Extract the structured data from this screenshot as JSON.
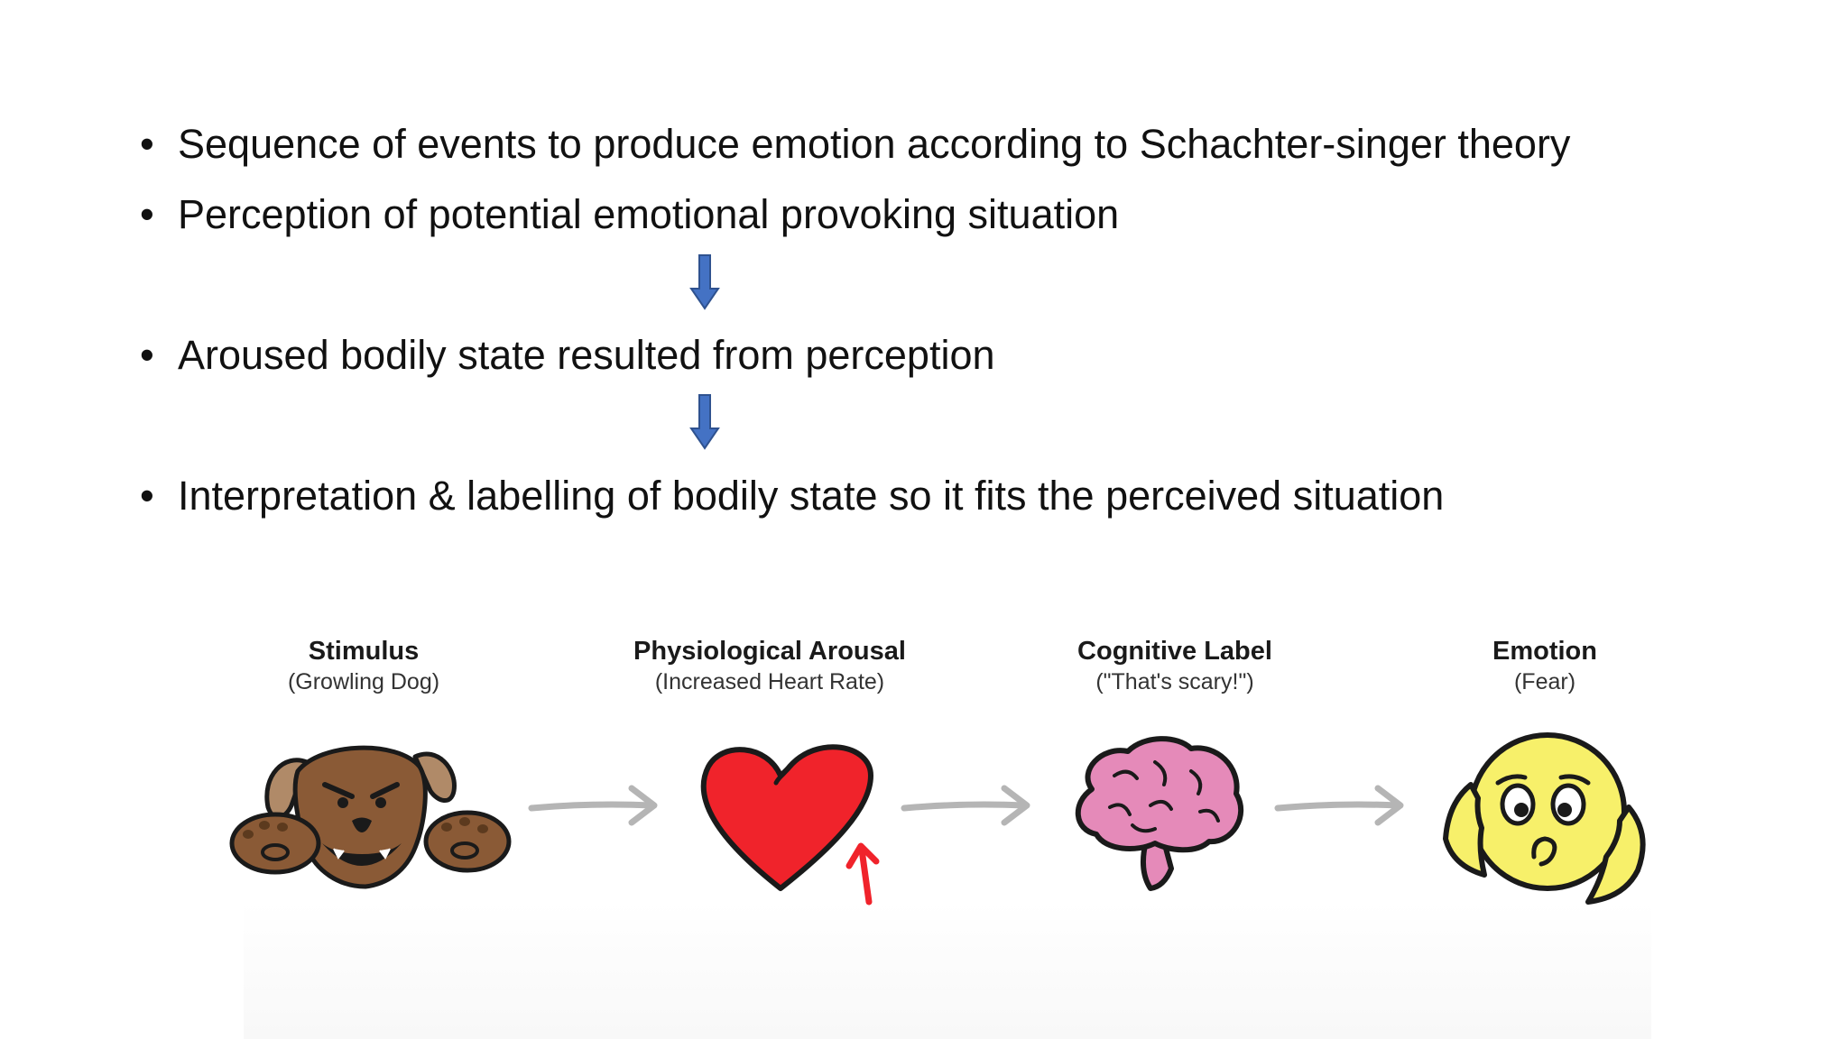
{
  "bullets": [
    "Sequence of events to produce emotion according to Schachter-singer theory",
    "Perception of potential emotional provoking situation",
    "Aroused bodily state resulted from perception",
    "Interpretation & labelling of bodily state so it fits the perceived situation"
  ],
  "bullet_marker": "•",
  "flow": [
    {
      "title": "Stimulus",
      "subtitle": "(Growling Dog)",
      "icon": "dog-icon"
    },
    {
      "title": "Physiological Arousal",
      "subtitle": "(Increased Heart Rate)",
      "icon": "heart-icon"
    },
    {
      "title": "Cognitive Label",
      "subtitle": "(\"That's scary!\")",
      "icon": "brain-icon"
    },
    {
      "title": "Emotion",
      "subtitle": "(Fear)",
      "icon": "scared-face-icon"
    }
  ],
  "colors": {
    "text": "#111111",
    "down_arrow": "#4472c4",
    "flow_arrow": "#b5b5b5",
    "dog": "#8a5a36",
    "heart": "#f0232b",
    "brain": "#e58ab9",
    "face": "#f7f06a"
  }
}
